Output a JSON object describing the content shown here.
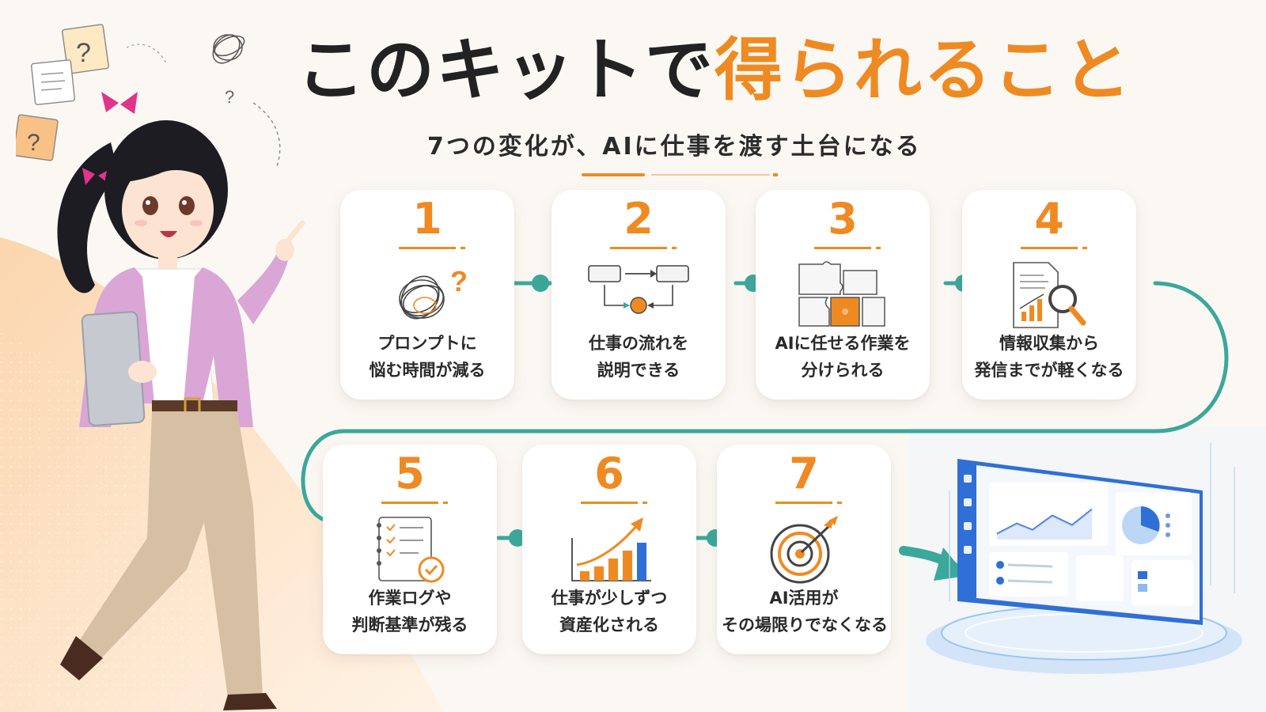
{
  "title": {
    "part1": "このキットで",
    "part2": "得られること"
  },
  "subtitle": "7つの変化が、AIに仕事を渡す土台になる",
  "colors": {
    "accent": "#ef8a22",
    "flow": "#3aa89a",
    "text": "#2a2a2a",
    "dashboard": "#2f6fd6"
  },
  "items": [
    {
      "number": "1",
      "line1": "プロンプトに",
      "line2": "悩む時間が減る",
      "icon": "tangled-thoughts-question-icon"
    },
    {
      "number": "2",
      "line1": "仕事の流れを",
      "line2": "説明できる",
      "icon": "workflow-arrows-icon"
    },
    {
      "number": "3",
      "line1": "AIに任せる作業を",
      "line2": "分けられる",
      "icon": "puzzle-pieces-icon"
    },
    {
      "number": "4",
      "line1": "情報収集から",
      "line2": "発信までが軽くなる",
      "icon": "document-magnifier-icon"
    },
    {
      "number": "5",
      "line1": "作業ログや",
      "line2": "判断基準が残る",
      "icon": "checklist-notebook-icon"
    },
    {
      "number": "6",
      "line1": "仕事が少しずつ",
      "line2": "資産化される",
      "icon": "growth-bar-chart-icon"
    },
    {
      "number": "7",
      "line1": "AI活用が",
      "line2": "その場限りでなくなる",
      "icon": "target-arrow-icon"
    }
  ],
  "illustrations": {
    "character": "woman-with-tablet-pointing-illustration",
    "confusion": "sticky-notes-question-marks-illustration",
    "dashboard": "analytics-dashboard-platform-illustration"
  }
}
